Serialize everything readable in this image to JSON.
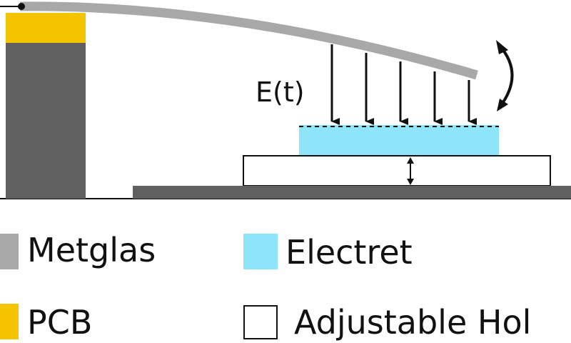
{
  "colors": {
    "metglas": "#a8a8a8",
    "pcb": "#f5c400",
    "electret": "#8ee4f8",
    "adjustable_holder": "#ffffff",
    "support": "#606060",
    "outline": "#111111"
  },
  "field_label": "E(t)",
  "legend": {
    "metglas": "Metglas",
    "pcb": "PCB",
    "electret": "Electret",
    "adjustable_holder": "Adjustable Hol"
  }
}
